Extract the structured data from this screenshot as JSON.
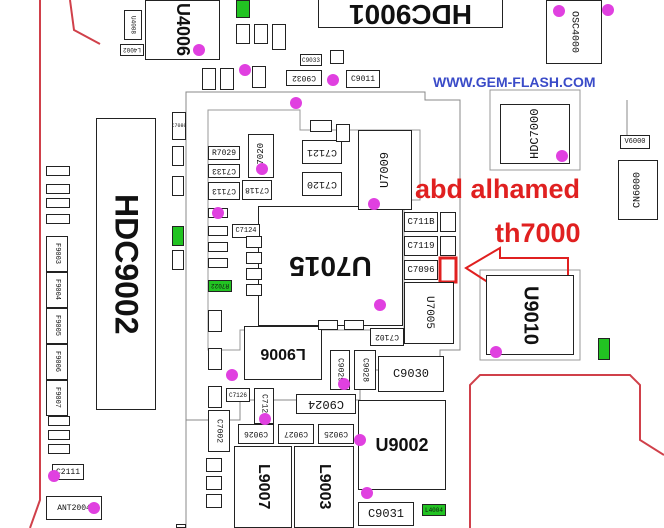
{
  "watermark": "WWW.GEM-FLASH.COM",
  "annotation": {
    "name": "abd alhamed",
    "model": "th7000",
    "color": "#e02020"
  },
  "colors": {
    "trace": "#d0404a",
    "pad_dot": "#e040e0",
    "green_pad": "#22c322",
    "watermark": "#3a4bc8"
  },
  "chips": {
    "hdc9001": "HDC9001",
    "hdc9002": "HDC9002",
    "hdc7000": "HDC7000",
    "u7015": "U7015",
    "u7005": "U7005",
    "u7009": "U7009",
    "u9002": "U9002",
    "u9010": "U9010",
    "u4006": "U4006",
    "osc4000": "OSC4000",
    "cn6000": "CN6000",
    "l9006": "L9006",
    "l9007": "L9007",
    "l9003": "L9003",
    "l7020": "L7020"
  },
  "small_parts": {
    "c7121": "C7121",
    "c7120": "C7120",
    "c7118": "C7118",
    "c7113": "C7113",
    "c7133": "C7133",
    "r7029": "R7029",
    "c7124": "C7124",
    "c711b": "C711B",
    "c7119": "C7119",
    "c7096": "C7096",
    "c9030": "C9030",
    "c9024": "C9024",
    "c9025": "C9025",
    "c9026": "C9026",
    "c9027": "C9027",
    "c9031": "C9031",
    "c9032": "C9032",
    "c9011": "C9011",
    "c9033": "C9033",
    "c9029": "C9029",
    "c2111": "C2111",
    "ant2004": "ANT2004",
    "c7102": "C7102",
    "c7129": "C7129",
    "c7126": "C7126",
    "r7022": "R7022",
    "c7002": "C7002",
    "c9028": "C9028",
    "f9003": "F9003",
    "f9004": "F9004",
    "f9005": "F9005",
    "f9006": "F9006",
    "f9007": "F9007",
    "v6000": "V6000",
    "l4002": "L4002",
    "u4008": "U4008",
    "l4004": "L4004",
    "c7080": "C7080"
  }
}
